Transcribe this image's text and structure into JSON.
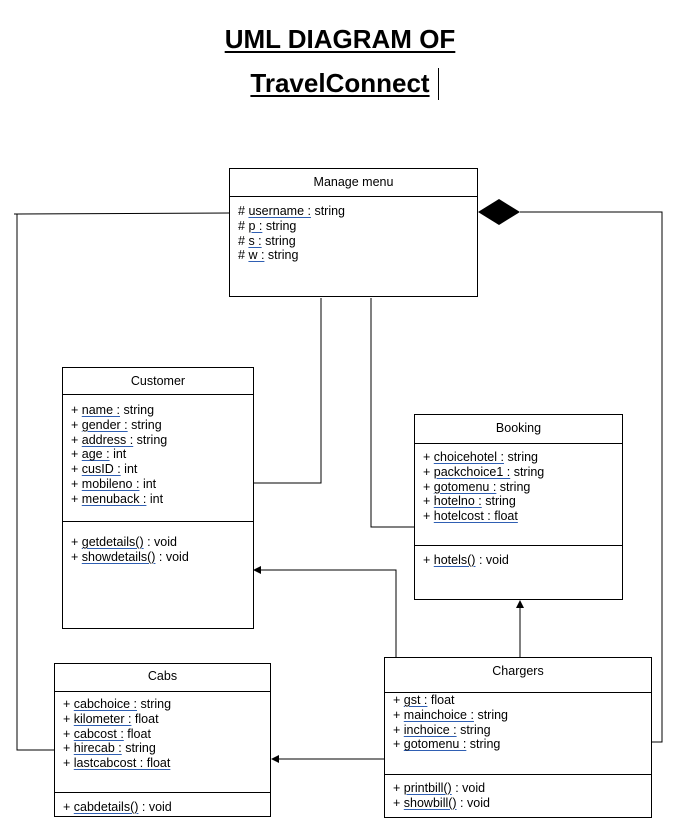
{
  "title": {
    "line1": "UML DIAGRAM OF",
    "line2": "TravelConnect"
  },
  "classes": {
    "manage_menu": {
      "name": "Manage menu",
      "attributes": [
        {
          "prefix": "# ",
          "name": "username :",
          "type": " string"
        },
        {
          "prefix": "# ",
          "name": "p :",
          "type": " string"
        },
        {
          "prefix": "# ",
          "name": "s :",
          "type": " string"
        },
        {
          "prefix": "# ",
          "name": "w :",
          "type": " string"
        }
      ]
    },
    "customer": {
      "name": "Customer",
      "attributes": [
        {
          "prefix": "+ ",
          "name": "name :",
          "type": " string"
        },
        {
          "prefix": "+ ",
          "name": "gender :",
          "type": " string"
        },
        {
          "prefix": "+ ",
          "name": "address :",
          "type": " string"
        },
        {
          "prefix": "+ ",
          "name": "age :",
          "type": " int"
        },
        {
          "prefix": "+ ",
          "name": "cusID :",
          "type": " int"
        },
        {
          "prefix": "+ ",
          "name": "mobileno :",
          "type": " int"
        },
        {
          "prefix": "+ ",
          "name": "menuback :",
          "type": " int"
        }
      ],
      "methods": [
        {
          "prefix": "+ ",
          "name": "getdetails()",
          "type": " : void"
        },
        {
          "prefix": "+ ",
          "name": "showdetails()",
          "type": " : void"
        }
      ]
    },
    "booking": {
      "name": "Booking",
      "attributes": [
        {
          "prefix": "+ ",
          "name": "choicehotel :",
          "type": " string"
        },
        {
          "prefix": "+ ",
          "name": "packchoice1 :",
          "type": " string"
        },
        {
          "prefix": "+ ",
          "name": "gotomenu :",
          "type": " string"
        },
        {
          "prefix": "+ ",
          "name": "hotelno :",
          "type": " string"
        },
        {
          "prefix": "+ ",
          "name": "hotelcost : float",
          "type": ""
        }
      ],
      "methods": [
        {
          "prefix": "+ ",
          "name": "hotels()",
          "type": " : void"
        }
      ]
    },
    "cabs": {
      "name": "Cabs",
      "attributes": [
        {
          "prefix": "+ ",
          "name": "cabchoice :",
          "type": " string"
        },
        {
          "prefix": "+ ",
          "name": "kilometer :",
          "type": " float"
        },
        {
          "prefix": "+ ",
          "name": "cabcost :",
          "type": " float"
        },
        {
          "prefix": "+ ",
          "name": "hirecab :",
          "type": " string"
        },
        {
          "prefix": "+ ",
          "name": "lastcabcost : float",
          "type": ""
        }
      ],
      "methods": [
        {
          "prefix": "+ ",
          "name": "cabdetails()",
          "type": " : void"
        }
      ]
    },
    "chargers": {
      "name": "Chargers",
      "attributes": [
        {
          "prefix": "+ ",
          "name": "gst :",
          "type": " float"
        },
        {
          "prefix": "+ ",
          "name": "mainchoice :",
          "type": " string"
        },
        {
          "prefix": "+ ",
          "name": "inchoice :",
          "type": " string"
        },
        {
          "prefix": "+ ",
          "name": "gotomenu :",
          "type": " string"
        }
      ],
      "methods": [
        {
          "prefix": "+ ",
          "name": "printbill()",
          "type": " : void"
        },
        {
          "prefix": "+ ",
          "name": "showbill()",
          "type": " : void"
        }
      ]
    }
  }
}
